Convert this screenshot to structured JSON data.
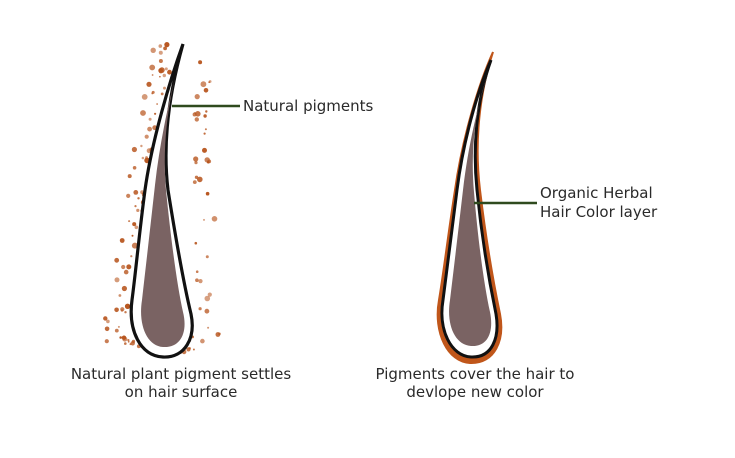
{
  "colors": {
    "hair_fill": "#7a6363",
    "hair_outline": "#111111",
    "hair_highlight": "#ffffff",
    "pigment_dot": "#b8561f",
    "herbal_layer": "#c0561a",
    "leader_line": "#2f4a1e"
  },
  "left_panel": {
    "callout": "Natural pigments",
    "caption_line1": "Natural plant pigment settles",
    "caption_line2": "on hair surface"
  },
  "right_panel": {
    "callout_line1": "Organic Herbal",
    "callout_line2": "Hair Color layer",
    "caption_line1": "Pigments cover the hair to",
    "caption_line2": "devlope new color"
  }
}
